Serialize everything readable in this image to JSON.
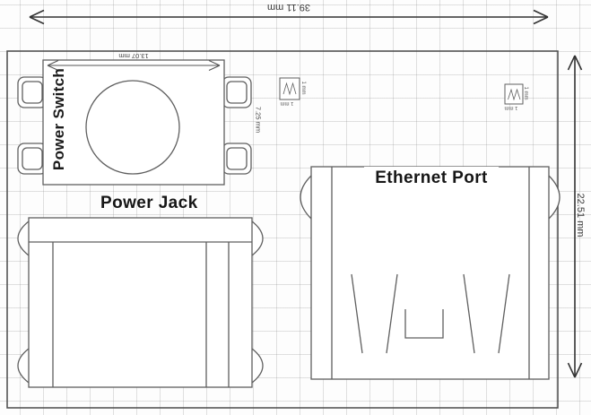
{
  "labels": {
    "power_switch": "Power Switch",
    "power_jack": "Power Jack",
    "ethernet_port": "Ethernet Port"
  },
  "dimensions": {
    "board_width": "39.11 mm",
    "board_height": "22.51 mm",
    "switch_width": "13.07 mm",
    "switch_height": "7.25 mm",
    "pad1_width": "1 mm",
    "pad1_height": "1 mm",
    "pad2_width": "1 mm",
    "pad2_height": "1 mm"
  }
}
